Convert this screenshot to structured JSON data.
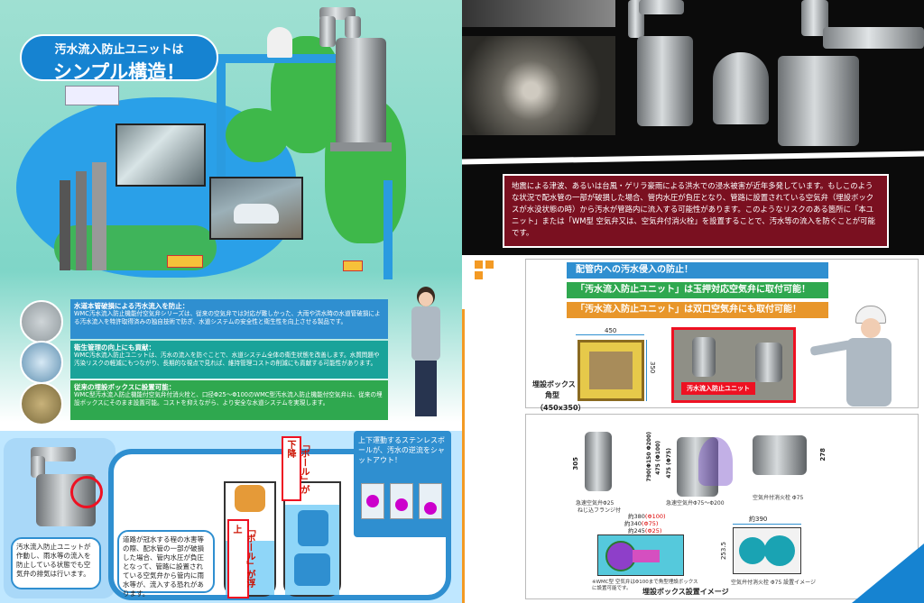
{
  "left": {
    "title_line1": "汚水流入防止ユニットは",
    "title_line2": "シンプル構造！",
    "info": [
      {
        "heading": "水道本管破損による汚水流入を防止：",
        "body": "WMC汚水流入防止機能付空気弁シリーズは、従来の空気弁では対応が難しかった、大雨や洪水時の水道管破損による汚水流入を特許取得済みの独自技術で防ぎ、水道システムの安全性と衛生性を向上させる製品です。"
      },
      {
        "heading": "衛生管理の向上にも貢献：",
        "body": "WMC汚水流入防止ユニットは、汚水の流入を防ぐことで、水道システム全体の衛生状態を改善します。水質問題や汚染リスクの軽減にもつながり、長期的な視点で見れば、維持管理コストの削減にも貢献する可能性があります。"
      },
      {
        "heading": "従来の埋設ボックスに設置可能：",
        "body": "WMC型汚水流入防止機能付空気弁付消火栓と、口径Φ25～Φ100のWMC型汚水流入防止機能付空気弁は、従来の埋設ボックスにそのまま設置可能。コストを抑えながら、より安全な水道システムを実現します。"
      }
    ],
    "speech1": "汚水流入防止ユニットが作動し、雨水等の流入を防止している状態でも空気弁の排気は行います。",
    "speech2": "道路が冠水する程の水害等の際、配水管の一部が破損した場合、管内水圧が負圧となって、管路に設置されている空気弁から管内に雨水等が、流入する恐れがあります。",
    "ball_down": "「ボール」が下降",
    "ball_up": "「ボール」が浮上",
    "stainless_note": "上下運動するステンレスボールが、汚水の逆流をシャットアウト！"
  },
  "right": {
    "notice": "地震による津波、あるいは台風・ゲリラ豪雨による洪水での浸水被害が近年多発しています。もしこのような状況で配水管の一部が破損した場合、管内水圧が負圧となり、管路に設置されている空気弁（埋設ボックスが水没状態の時）から汚水が管路内に流入する可能性があります。このようなリスクのある箇所に「本ユニット」または「WM型 空気弁又は、空気弁付消火栓」を設置することで、汚水等の流入を防ぐことが可能です。",
    "bars": [
      "配管内への汚水侵入の防止！",
      "「汚水流入防止ユニット」は玉押対応空気弁に取付可能！",
      "「汚水流入防止ユニット」は双口空気弁にも取付可能！"
    ],
    "box_label1": "埋設ボックス",
    "box_label2": "角型",
    "box_size": "（450x350）",
    "dim_450": "450",
    "dim_350": "350",
    "unit_tag": "汚水流入防止ユニット",
    "p_305": "305",
    "p_790": "790(Φ150 Φ200)",
    "p_475a": "475 (Φ100)",
    "p_475b": "475 (Φ75)",
    "p_278": "278",
    "cap1": "急速空気弁Φ25",
    "cap1b": "ねじ込フランジ付",
    "cap2": "急速空気弁Φ75～Φ200",
    "cap3": "空気弁付消火栓 Φ75",
    "d380": "約380",
    "d100": "(Φ100)",
    "d340": "約340",
    "d75": "(Φ75)",
    "d245": "約245",
    "d25": "(Φ25)",
    "d390": "約390",
    "d2535": "253.5",
    "note_wmc": "※WMC型 空気弁はΦ100まで角型埋設ボックスに設置可能です。",
    "cap4": "空気弁付消火栓 Φ75 設置イメージ",
    "footer": "埋設ボックス設置イメージ"
  },
  "colors": {
    "blue": "#2f8fd0",
    "teal": "#1aa39a",
    "green": "#2fa84f",
    "red_notice": "#7a1020",
    "orange_bar": "#e8962a"
  }
}
